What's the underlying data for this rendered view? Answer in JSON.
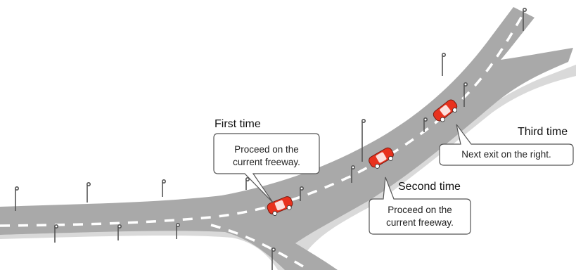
{
  "callouts": [
    {
      "id": "first",
      "label": "First time",
      "lines": [
        "Proceed on the",
        "current freeway."
      ]
    },
    {
      "id": "second",
      "label": "Second time",
      "lines": [
        "Proceed on the",
        "current freeway."
      ]
    },
    {
      "id": "third",
      "label": "Third time",
      "lines": [
        "Next exit on the right."
      ]
    }
  ],
  "colors": {
    "road": "#a9a9a9",
    "road_edge": "#d8d8d8",
    "lane_marking": "#ffffff",
    "pole": "#555555",
    "car": "#e8321e",
    "bubble_border": "#555555"
  }
}
